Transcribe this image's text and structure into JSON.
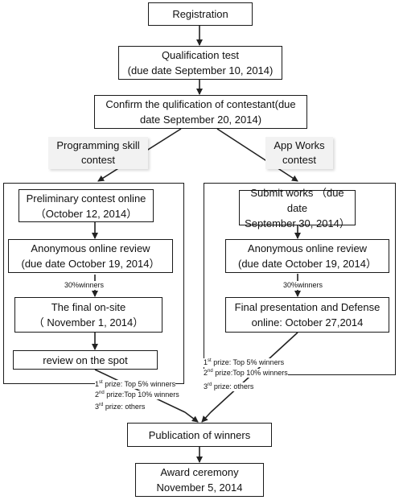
{
  "flow": {
    "registration": "Registration",
    "qualification": "Qualification test\n(due date September 10, 2014)",
    "confirm": "Confirm the qulification of contestant(due\ndate September 20, 2014)",
    "programming_label": "Programming skill\ncontest",
    "app_label": "App Works\ncontest",
    "prelim": "Preliminary contest online\n（October 12, 2014）",
    "review_left": "Anonymous online review\n(due date October 19, 2014）",
    "final_onsite": "The final on-site\n（ November 1, 2014）",
    "review_spot": "review on the spot",
    "submit_works": "Submit works （due date\nSeptember 30, 2014）",
    "review_right": "Anonymous online review\n(due date October 19, 2014）",
    "final_presentation": "Final presentation and Defense\nonline: October 27,2014",
    "publication": "Publication of winners",
    "award": "Award ceremony\nNovember 5, 2014"
  },
  "annotations": {
    "winners_pct": "30%winners",
    "prize1": {
      "ord": "1",
      "sup": "st",
      "text": " prize: Top 5% winners"
    },
    "prize2": {
      "ord": "2",
      "sup": "nd",
      "text": " prize:Top 10% winners"
    },
    "prize3": {
      "ord": "3",
      "sup": "rd",
      "text": "  prize: others"
    }
  }
}
